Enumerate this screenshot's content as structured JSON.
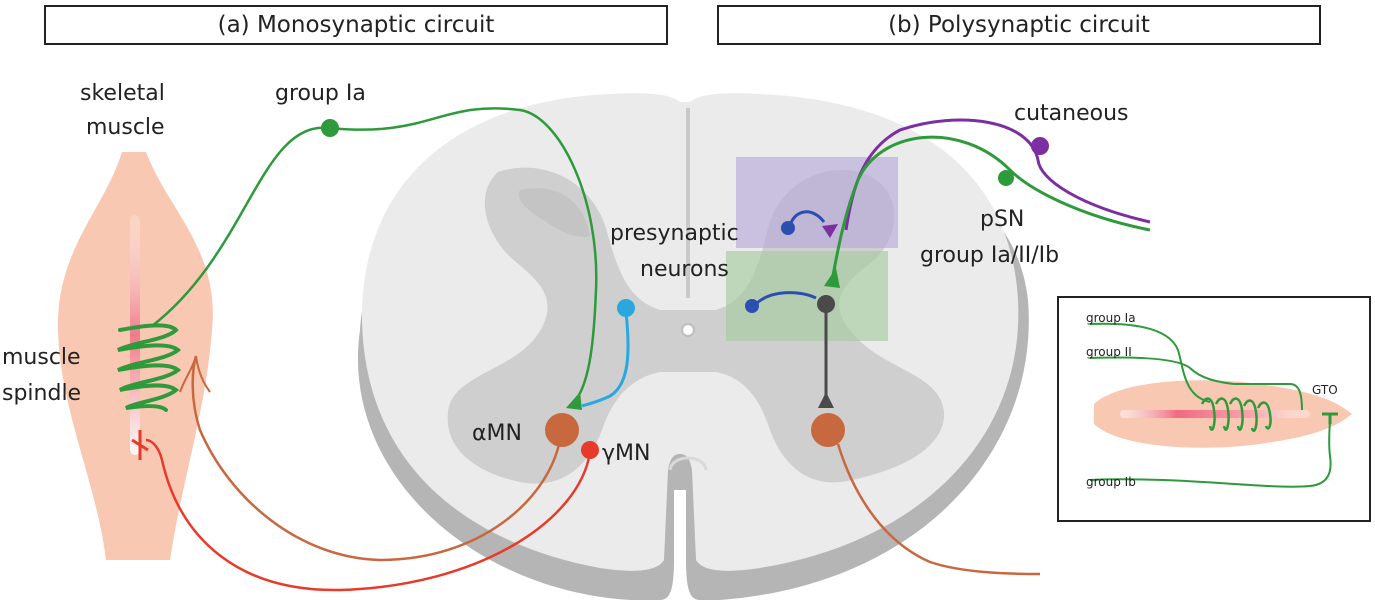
{
  "titles": {
    "monosynaptic": "(a) Monosynaptic circuit",
    "polysynaptic": "(b) Polysynaptic circuit"
  },
  "labels": {
    "skeletal": "skeletal",
    "muscle": "muscle",
    "group_ia": "group Ia",
    "muscle_spindle_1": "muscle",
    "muscle_spindle_2": "spindle",
    "presynaptic": "presynaptic",
    "neurons": "neurons",
    "alpha_mn": "αMN",
    "gamma_mn": "γMN",
    "cutaneous": "cutaneous",
    "psn": "pSN",
    "psn_groups": "group Ia/II/Ib"
  },
  "inset": {
    "group_ia": "group Ia",
    "group_ii": "group II",
    "group_ib": "group Ib",
    "gto": "GTO"
  },
  "colors": {
    "group_ia_fiber": "#2e9a3c",
    "cutaneous_fiber": "#7b2fa0",
    "alpha_mn": "#c8683f",
    "gamma_mn": "#e83a2a",
    "interneuron_cyan": "#29a8e0",
    "interneuron_blue": "#2b4fb0",
    "muscle": "#f8c8b2",
    "white_matter": "#ebebeb",
    "gray_matter": "#cfcfcf",
    "shadow": "#b0b0b0",
    "purple_box": "#b9a9d9",
    "green_box": "#a6cca0",
    "interneuron_dark": "#4a4a4a"
  }
}
